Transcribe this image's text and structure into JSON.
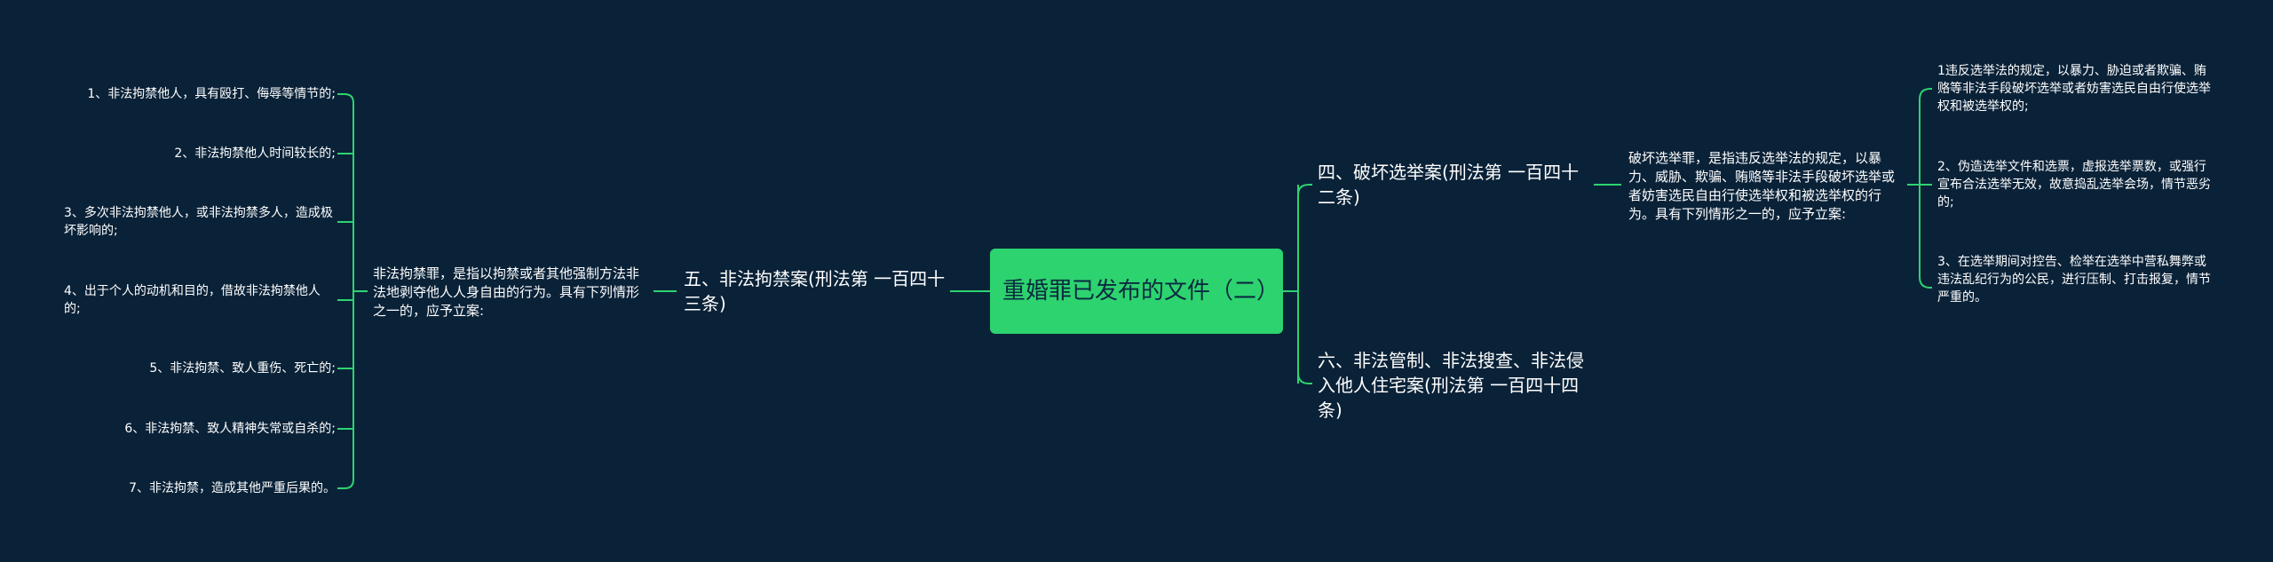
{
  "root": {
    "title": "重婚罪已发布的文件（二）"
  },
  "left": {
    "branch": "五、非法拘禁案(刑法第 一百四十三条)",
    "desc": "非法拘禁罪，是指以拘禁或者其他强制方法非法地剥夺他人人身自由的行为。具有下列情形之一的，应予立案:",
    "items": [
      "1、非法拘禁他人，具有殴打、侮辱等情节的;",
      "2、非法拘禁他人时间较长的;",
      "3、多次非法拘禁他人，或非法拘禁多人，造成极坏影响的;",
      "4、出于个人的动机和目的，借故非法拘禁他人的;",
      "5、非法拘禁、致人重伤、死亡的;",
      "6、非法拘禁、致人精神失常或自杀的;",
      "7、非法拘禁，造成其他严重后果的。"
    ]
  },
  "right": {
    "branch1": "四、破坏选举案(刑法第 一百四十二条)",
    "desc1": "破坏选举罪，是指违反选举法的规定，以暴力、威胁、欺骗、贿赂等非法手段破坏选举或者妨害选民自由行使选举权和被选举权的行为。具有下列情形之一的，应予立案:",
    "items": [
      "1违反选举法的规定，以暴力、胁迫或者欺骗、贿赂等非法手段破坏选举或者妨害选民自由行使选举权和被选举权的;",
      "2、伪造选举文件和选票，虚报选举票数，或强行宣布合法选举无效，故意捣乱选举会场，情节恶劣的;",
      "3、在选举期间对控告、检举在选举中营私舞弊或违法乱纪行为的公民，进行压制、打击报复，情节严重的。"
    ],
    "branch2": "六、非法管制、非法搜查、非法侵入他人住宅案(刑法第 一百四十四条)"
  },
  "colors": {
    "line": "#2dd36f",
    "bg": "#0a2238",
    "root_bg": "#2dd36f"
  }
}
